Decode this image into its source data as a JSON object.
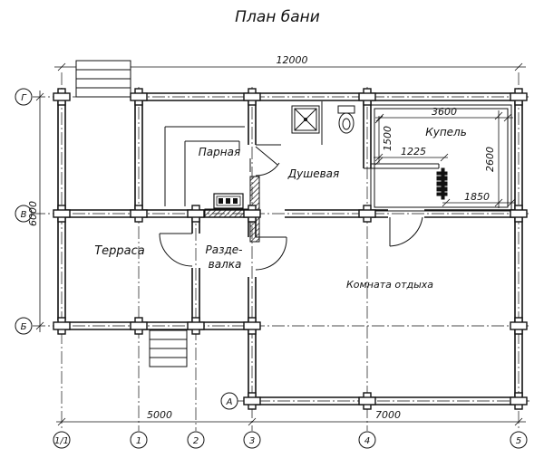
{
  "title": "План бани",
  "rooms": {
    "terrace": "Терраса",
    "steam": "Парная",
    "shower": "Душевая",
    "dress1": "Разде-",
    "dress2": "валка",
    "pool": "Купель",
    "rest": "Комната отдыха"
  },
  "dimensions": {
    "total_width": "12000",
    "total_depth": "6000",
    "left_span": "5000",
    "right_span": "7000",
    "pool_width": "3600",
    "pool_depth": "2600",
    "pool_step_w": "1225",
    "pool_step_h": "1500",
    "pool_inner": "1850"
  },
  "axes": {
    "cols": [
      "1/1",
      "1",
      "2",
      "3",
      "4",
      "5"
    ],
    "rows": [
      "Г",
      "В",
      "Б",
      "А"
    ]
  },
  "colors": {
    "line": "#111111",
    "hatch": "#111111",
    "background": "#ffffff"
  }
}
